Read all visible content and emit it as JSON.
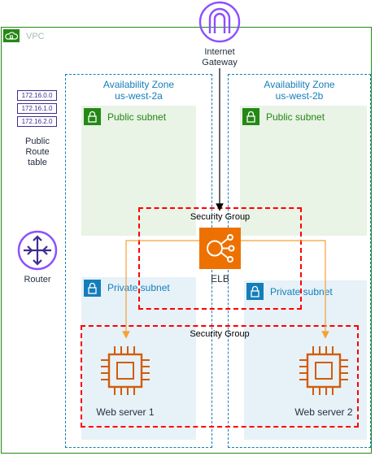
{
  "vpc": {
    "label": "VPC"
  },
  "internet_gateway": {
    "label_line1": "Internet",
    "label_line2": "Gateway"
  },
  "route_table": {
    "entries": [
      "172.16.0.0",
      "172.16.1.0",
      "172.16.2.0"
    ],
    "label_line1": "Public",
    "label_line2": "Route",
    "label_line3": "table"
  },
  "router": {
    "label": "Router"
  },
  "availability_zones": [
    {
      "line1": "Availability Zone",
      "line2": "us-west-2a"
    },
    {
      "line1": "Availability Zone",
      "line2": "us-west-2b"
    }
  ],
  "subnets": {
    "public_a": "Public subnet",
    "public_b": "Public subnet",
    "private_a": "Private subnet",
    "private_b": "Private subnet"
  },
  "security_groups": {
    "elb": "Security Group",
    "web": "Security Group"
  },
  "elb": {
    "label": "ELB"
  },
  "web_servers": [
    "Web server 1",
    "Web server 2"
  ],
  "colors": {
    "vpc_border": "#248814",
    "az_border": "#147eba",
    "public_subnet_bg": "#e9f3e6",
    "private_subnet_bg": "#e6f2f8",
    "security_group": "#ff0000",
    "elb": "#ed7100",
    "ec2": "#d45b07",
    "gateway": "#8c4fff",
    "arrow": "#f7a035"
  }
}
